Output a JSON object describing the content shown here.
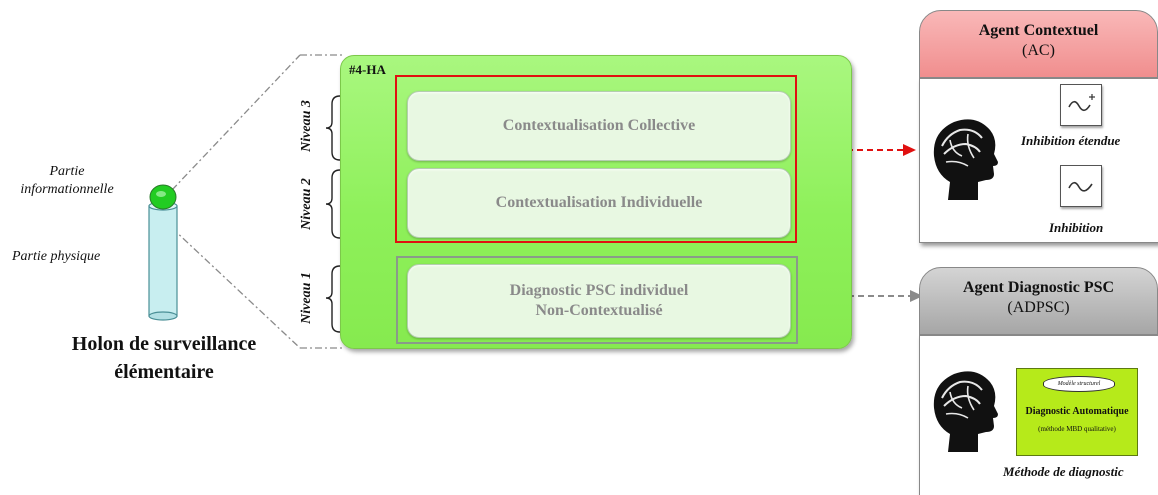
{
  "holon": {
    "label_info": "Partie informationnelle",
    "label_phys": "Partie physique",
    "title_line1": "Holon de surveillance",
    "title_line2": "élémentaire"
  },
  "main": {
    "ha_label": "#4-HA",
    "levels": [
      "Niveau 3",
      "Niveau 2",
      "Niveau 1"
    ],
    "collective": "Contextualisation Collective",
    "individual": "Contextualisation Individuelle",
    "diag_line1": "Diagnostic PSC individuel",
    "diag_line2": "Non-Contextualisé"
  },
  "agent_contextuel": {
    "title": "Agent Contextuel",
    "abbr": "(AC)",
    "label_extended": "Inhibition étendue",
    "label_inhibition": "Inhibition"
  },
  "agent_diagnostic": {
    "title": "Agent Diagnostic PSC",
    "abbr": "(ADPSC)",
    "model_label": "Modèle structurel",
    "diag_title": "Diagnostic Automatique",
    "diag_sub": "(méthode MBD qualitative)",
    "method_label": "Méthode de diagnostic"
  },
  "colors": {
    "main_green": "#8ef05a",
    "red_frame": "#e01010",
    "ac_header": "#f08e8e",
    "ad_header": "#a6a6a6",
    "diag_green": "#b6ea1a",
    "holon_cyan": "#c8eef0",
    "holon_top": "#22cc22"
  }
}
